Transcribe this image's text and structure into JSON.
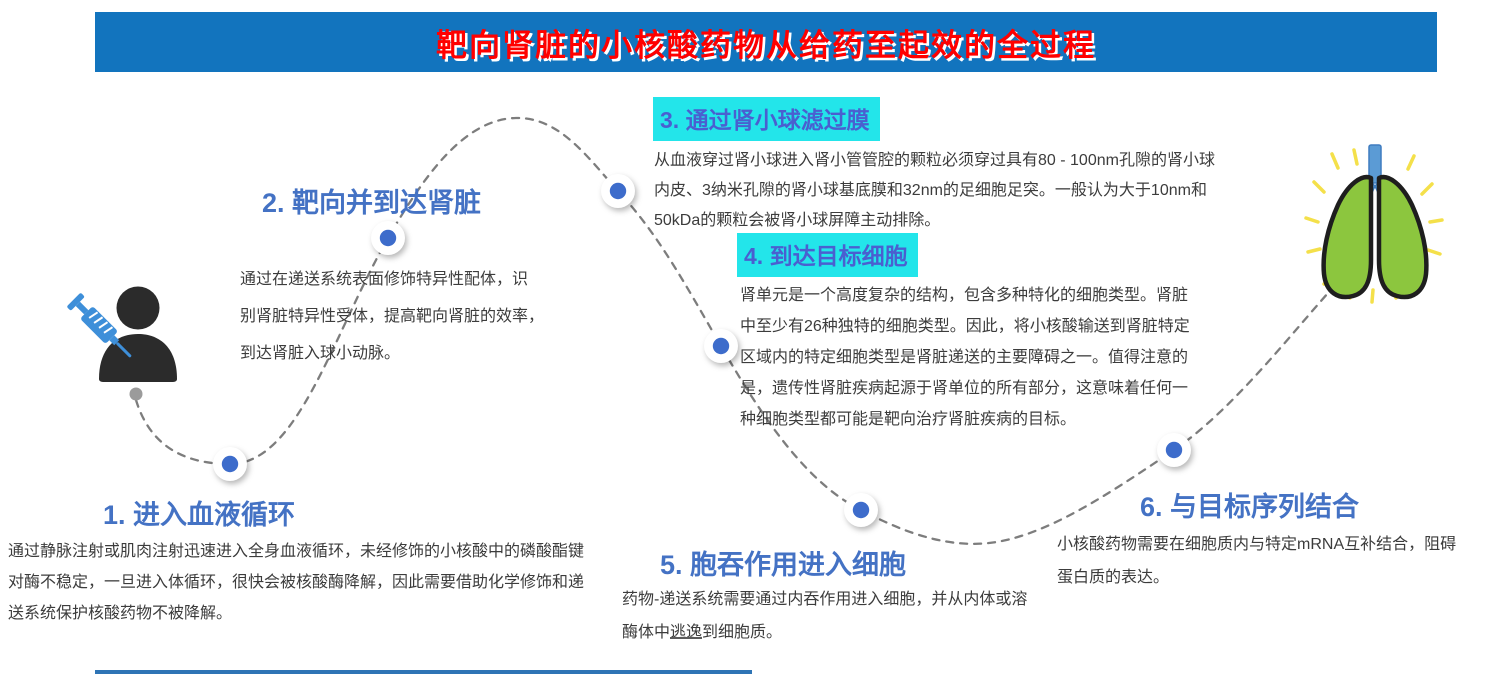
{
  "header": {
    "title": "靶向肾脏的小核酸药物从给药至起效的全过程"
  },
  "steps": [
    {
      "title": "1. 进入血液循环",
      "highlighted": false,
      "body": [
        "通过静脉注射或肌肉注射迅速进入全身血液循环，未经修饰的小核酸中的磷酸酯键",
        "对酶不稳定，一旦进入体循环，很快会被核酸酶降解，因此需要借助化学修饰和递",
        "送系统保护核酸药物不被降解。"
      ]
    },
    {
      "title": "2. 靶向并到达肾脏",
      "highlighted": false,
      "body": [
        "通过在递送系统表面修饰特异性配体，识",
        "别肾脏特异性受体，提高靶向肾脏的效率，",
        "到达肾脏入球小动脉。"
      ]
    },
    {
      "title": "3. 通过肾小球滤过膜",
      "highlighted": true,
      "body": [
        "从血液穿过肾小球进入肾小管管腔的颗粒必须穿过具有80 - 100nm孔隙的肾小球",
        "内皮、3纳米孔隙的肾小球基底膜和32nm的足细胞足突。一般认为大于10nm和",
        "50kDa的颗粒会被肾小球屏障主动排除。"
      ]
    },
    {
      "title": "4. 到达目标细胞",
      "highlighted": true,
      "body": [
        "肾单元是一个高度复杂的结构，包含多种特化的细胞类型。肾脏",
        "中至少有26种独特的细胞类型。因此，将小核酸输送到肾脏特定",
        "区域内的特定细胞类型是肾脏递送的主要障碍之一。值得注意的",
        "是，遗传性肾脏疾病起源于肾单位的所有部分，这意味着任何一",
        "种细胞类型都可能是靶向治疗肾脏疾病的目标。"
      ]
    },
    {
      "title": "5. 胞吞作用进入细胞",
      "highlighted": false,
      "body": [
        "药物-递送系统需要通过内吞作用进入细胞，并从内体或溶",
        "酶体中逃逸到细胞质。"
      ]
    },
    {
      "title": "6. 与目标序列结合",
      "highlighted": false,
      "body": [
        "小核酸药物需要在细胞质内与特定mRNA互补结合，阻碍",
        "蛋白质的表达。"
      ]
    }
  ],
  "icons": {
    "start": "person-with-syringe-icon",
    "end": "lungs-icon"
  },
  "colors": {
    "header_bg": "#1274BE",
    "title_red": "#FF0000",
    "heading_blue": "#4472C4",
    "highlight_cyan": "#23E5EA",
    "highlight_text": "#4A5FD0",
    "body_text": "#3C3C3C",
    "node_blue": "#3D6CCB",
    "path_gray": "#7D7D7D",
    "lung_green": "#8CC63E",
    "trachea_blue": "#5B9BD5",
    "ray_yellow": "#F4E04A",
    "syringe_blue": "#3E8FD9",
    "silhouette": "#2B2B2B"
  }
}
